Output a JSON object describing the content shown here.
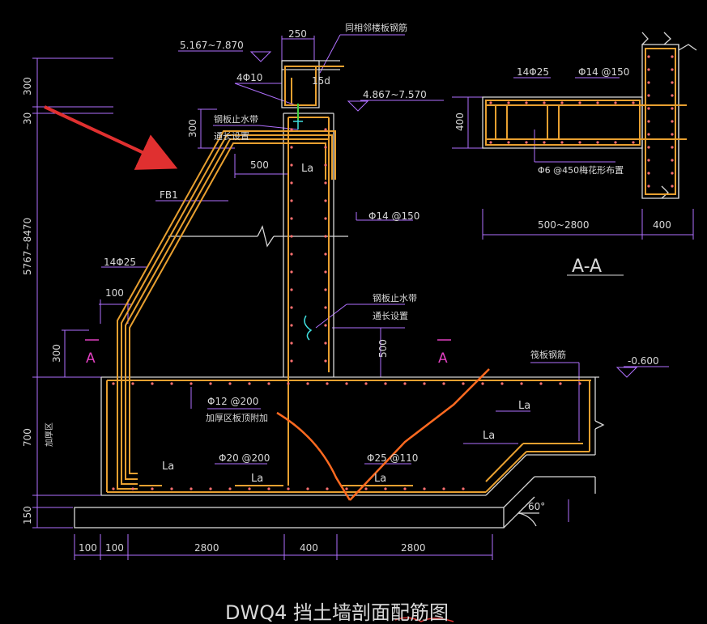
{
  "title": "DWQ4 挡土墙剖面配筋图",
  "section": {
    "label": "A-A",
    "dims": [
      "500~2800",
      "400"
    ],
    "bar_top": "14Φ25",
    "stirrup": "Φ14 @150",
    "tie": "Φ6 @450梅花形布置",
    "height": "400"
  },
  "labels": {
    "rebar_slab": "同相邻楼板钢筋",
    "elev_top": "5.167~7.870",
    "elev_mid": "4.867~7.570",
    "dim_250": "250",
    "bars_4": "4Φ10",
    "lap_15d": "15d",
    "waterstop_steel_1": "钢板止水带",
    "waterstop_note_1": "通长设置",
    "dim_500_top": "500",
    "la_top": "La",
    "fb1": "FB1",
    "wall_bars": "Φ14 @150",
    "bars_14": "14Φ25",
    "dim_100": "100",
    "waterstop_steel_2": "钢板止水带",
    "waterstop_note_2": "通长设置",
    "sec_a_left": "A",
    "sec_a_right": "A",
    "dim_500_mid": "500",
    "raft_rebar": "筏板钢筋",
    "elev_raft": "-0.600",
    "slab_bars": "Φ12 @200",
    "slab_note": "加厚区板顶附加",
    "la_r1": "La",
    "la_r2": "La",
    "bot_bars_1": "Φ20 @200",
    "bot_bars_2": "Φ25 @110",
    "la_b1": "La",
    "la_b2": "La",
    "la_b3": "La",
    "angle": "60°",
    "vdim_300_top": "300",
    "vdim_30": "30",
    "vdim_300_2": "300",
    "vdim_height": "5767~8470",
    "vdim_300_3": "300",
    "vdim_700": "700",
    "vdim_150": "150",
    "vdim_side": "加厚区",
    "hdim": [
      "100",
      "100",
      "2800",
      "400",
      "2800"
    ]
  }
}
